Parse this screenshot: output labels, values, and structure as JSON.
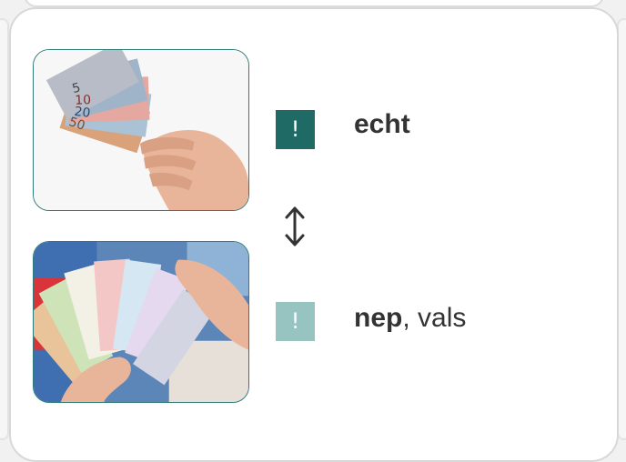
{
  "items": [
    {
      "image": "euro-banknotes-photo",
      "badge_text": "!",
      "badge_color": "#206a66",
      "word": "echt",
      "extra": ""
    },
    {
      "image": "monopoly-money-photo",
      "badge_text": "!",
      "badge_color": "#97c4c1",
      "word": "nep",
      "extra": ", vals"
    }
  ],
  "connector": {
    "icon": "up-down-arrow-icon"
  },
  "colors": {
    "accent": "#206a66",
    "accent_light": "#97c4c1",
    "photo_border": "#2f7b78",
    "text": "#333333"
  }
}
